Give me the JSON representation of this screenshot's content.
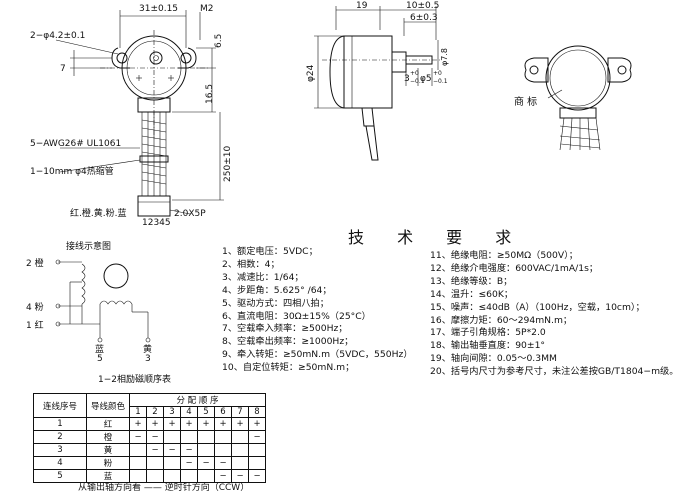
{
  "dims_top": {
    "width_31": "31±0.15",
    "m2": "M2",
    "holes": "2−φ4.2±0.1",
    "d7": "7",
    "d65": "6.5",
    "d165": "16.5",
    "d250": "250±10",
    "d19": "19",
    "d10": "10±0.5",
    "d6": "6±0.3",
    "d24": "φ24",
    "d3": "3",
    "d3tol": "−0.1",
    "d5": "φ5",
    "d5tol": "−0.1",
    "d3tolp": "+0",
    "d5tolp": "+0",
    "d78": "φ7.8"
  },
  "labels": {
    "awg": "5−AWG26# UL1061",
    "heatshrink": "1−10mm  φ4热缩管",
    "colors": "红.橙.黄.粉.蓝",
    "connector": "2.0X5P",
    "pins": "12345",
    "trademark": "商 标",
    "wiring_title": "接线示意图",
    "table_title": "1−2相励磁顺序表",
    "bottom_note": "从输出轴方向看 —— 逆时针方向（CCW）"
  },
  "wiring": {
    "w2": "2 橙",
    "w4": "4 粉",
    "w1": "1 红",
    "blue": "蓝",
    "blue_num": "5",
    "yellow": "黄",
    "yellow_num": "3"
  },
  "tech_title": "技 术 要 求",
  "specs_left": [
    "1、额定电压：5VDC；",
    "2、相数：4；",
    "3、减速比：1/64；",
    "4、步距角：5.625° /64；",
    "5、驱动方式：四相八拍；",
    "6、直流电阻：30Ω±15%（25°C）",
    "7、空载牵入频率：≥500Hz；",
    "8、空载牵出频率：≥1000Hz；",
    "9、牵入转矩：≥50mN.m（5VDC，550Hz）",
    "10、自定位转矩：≥50mN.m；"
  ],
  "specs_right": [
    "11、绝缘电阻：≥50MΩ（500V）；",
    "12、绝缘介电强度：600VAC/1mA/1s；",
    "13、绝缘等级：B；",
    "14、温升：≤60K；",
    "15、噪声：≤40dB（A）（100Hz，空载，10cm）；",
    "16、摩擦力矩：60～294mN.m；",
    "17、端子引角规格：5P*2.0",
    "18、输出轴垂直度：90±1°",
    "19、轴向间隙：0.05～0.3MM",
    "20、括号内尺寸为参考尺寸，未注公差按GB/T1804−m级。"
  ],
  "table": {
    "header_seq": "连线序号",
    "header_color": "导线颜色",
    "header_order": "分 配 顺 序",
    "steps": [
      "1",
      "2",
      "3",
      "4",
      "5",
      "6",
      "7",
      "8"
    ],
    "rows": [
      {
        "n": "1",
        "color": "红",
        "cells": [
          "+",
          "+",
          "+",
          "+",
          "+",
          "+",
          "+",
          "+"
        ]
      },
      {
        "n": "2",
        "color": "橙",
        "cells": [
          "−",
          "−",
          "",
          "",
          "",
          "",
          "",
          "−"
        ]
      },
      {
        "n": "3",
        "color": "黄",
        "cells": [
          "",
          "−",
          "−",
          "−",
          "",
          "",
          "",
          ""
        ]
      },
      {
        "n": "4",
        "color": "粉",
        "cells": [
          "",
          "",
          "",
          "−",
          "−",
          "−",
          "",
          ""
        ]
      },
      {
        "n": "5",
        "color": "蓝",
        "cells": [
          "",
          "",
          "",
          "",
          "",
          "−",
          "−",
          "−"
        ]
      }
    ]
  }
}
